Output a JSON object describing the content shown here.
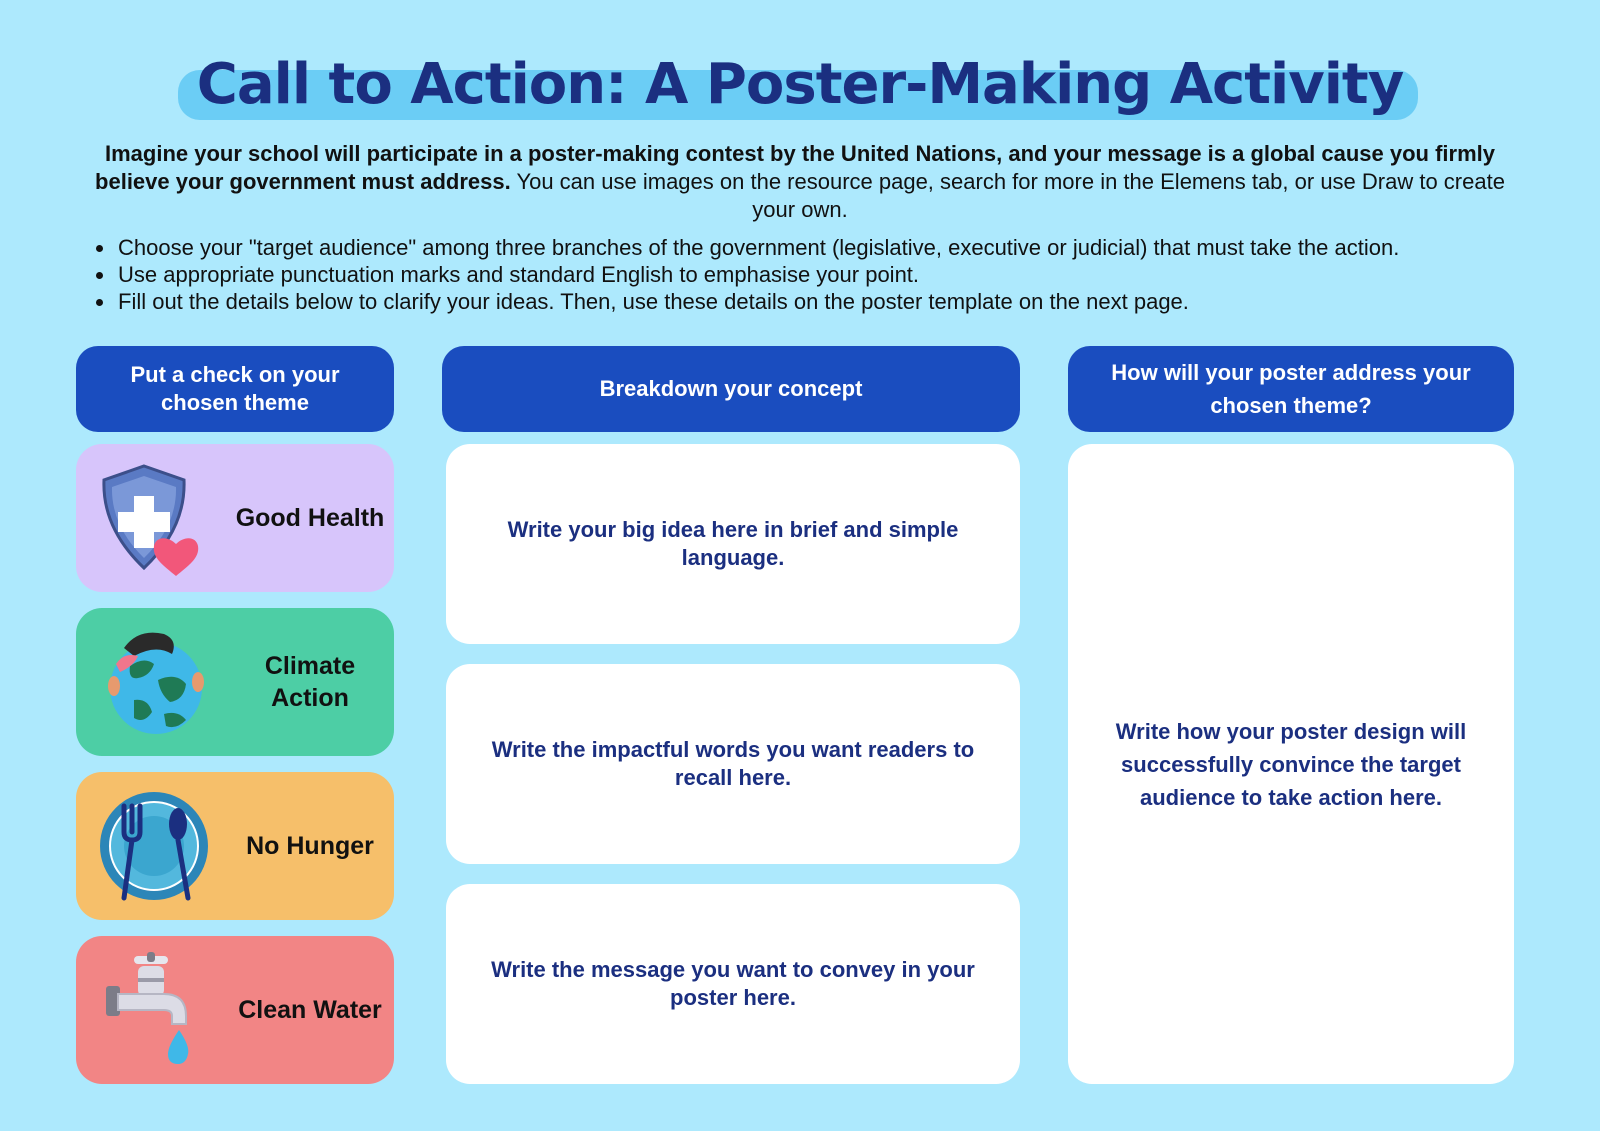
{
  "header": {
    "title": "Call to Action: A Poster-Making Activity",
    "intro_bold": "Imagine your school will participate in a poster-making contest by the United Nations, and your message is a global cause you firmly believe your government must address.",
    "intro_regular": " You can use images on the resource page, search for more in the Elemens tab, or use Draw to create your own."
  },
  "instructions": [
    "Choose your \"target audience\" among three branches of the government (legislative, executive or judicial) that must take the action.",
    "Use appropriate punctuation marks and standard English to emphasise your point.",
    "Fill out the details below to clarify your ideas. Then, use these details on the poster template on the next page."
  ],
  "columns": {
    "themes_header": "Put a check on your chosen theme",
    "concept_header": "Breakdown your concept",
    "address_header": "How will your poster address your chosen theme?"
  },
  "themes": [
    {
      "label": "Good Health",
      "icon": "health-shield-icon",
      "color": "#d7c5fb"
    },
    {
      "label": "Climate Action",
      "icon": "globe-hug-icon",
      "color": "#4dcea5"
    },
    {
      "label": "No Hunger",
      "icon": "plate-cutlery-icon",
      "color": "#f6bf6a"
    },
    {
      "label": "Clean Water",
      "icon": "water-faucet-icon",
      "color": "#f28585"
    }
  ],
  "concept_prompts": [
    "Write your big idea here in brief and simple language.",
    "Write the impactful words you want readers to recall here.",
    "Write the message you want to convey in your poster here."
  ],
  "address_prompt": "Write how your poster design will successfully convince the target audience to take action here.",
  "colors": {
    "background": "#ade9fd",
    "title": "#1b2f80",
    "header_fill": "#1a4dbf",
    "title_highlight": "#6bcdf5"
  }
}
